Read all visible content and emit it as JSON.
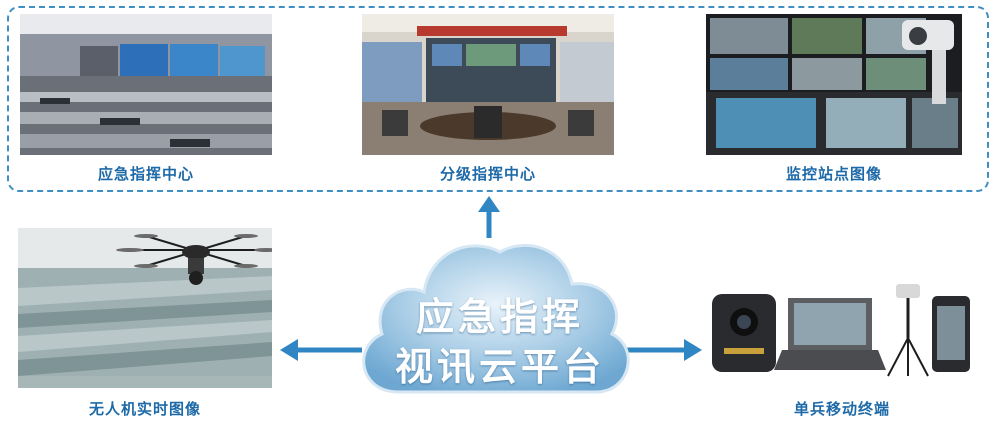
{
  "center": {
    "line1": "应急指挥",
    "line2": "视讯云平台"
  },
  "nodes": {
    "emergency": {
      "label": "应急指挥中心"
    },
    "sub": {
      "label": "分级指挥中心"
    },
    "monitor": {
      "label": "监控站点图像"
    },
    "drone": {
      "label": "无人机实时图像"
    },
    "terminal": {
      "label": "单兵移动终端"
    }
  },
  "colors": {
    "accent": "#1e6aa8",
    "dash": "#3f8fc4",
    "cloud": "#7fb6dc",
    "arrow": "#2f86c2"
  }
}
